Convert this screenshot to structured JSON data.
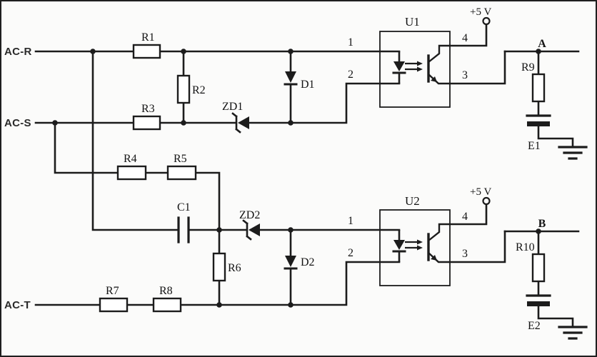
{
  "colors": {
    "wire": "#1c1c1c",
    "background": "#fbfbfa",
    "label": "#141414"
  },
  "labels": {
    "ac_r": "AC-R",
    "ac_s": "AC-S",
    "ac_t": "AC-T",
    "r1": "R1",
    "r2": "R2",
    "r3": "R3",
    "r4": "R4",
    "r5": "R5",
    "r6": "R6",
    "r7": "R7",
    "r8": "R8",
    "r9": "R9",
    "r10": "R10",
    "c1": "C1",
    "e1": "E1",
    "e2": "E2",
    "d1": "D1",
    "d2": "D2",
    "zd1": "ZD1",
    "zd2": "ZD2",
    "u1": "U1",
    "u2": "U2",
    "vcc": "+5 V",
    "out_a": "A",
    "out_b": "B",
    "pin1": "1",
    "pin2": "2",
    "pin3": "3",
    "pin4": "4"
  }
}
